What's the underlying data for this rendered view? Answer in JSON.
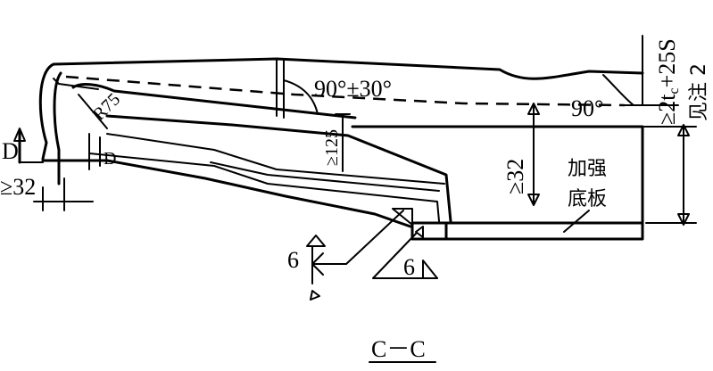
{
  "labels": {
    "section_letter_left": "D",
    "section_letter_small": "D",
    "radius": "R75",
    "angle_top": "90°±30°",
    "angle_right": "90°",
    "dim_left_bottom": "≥32",
    "dim_center_small": "≥125",
    "dim_center_large": "≥32",
    "dim_right_vertical": "≥2t",
    "dim_right_vertical_sub": "c",
    "dim_right_vertical_tol": "+25S",
    "note_ref": "见注 2",
    "plate_line1": "加强",
    "plate_line2": "底板",
    "weld_left": "6",
    "weld_right": "6",
    "section_caption": "C－C"
  }
}
